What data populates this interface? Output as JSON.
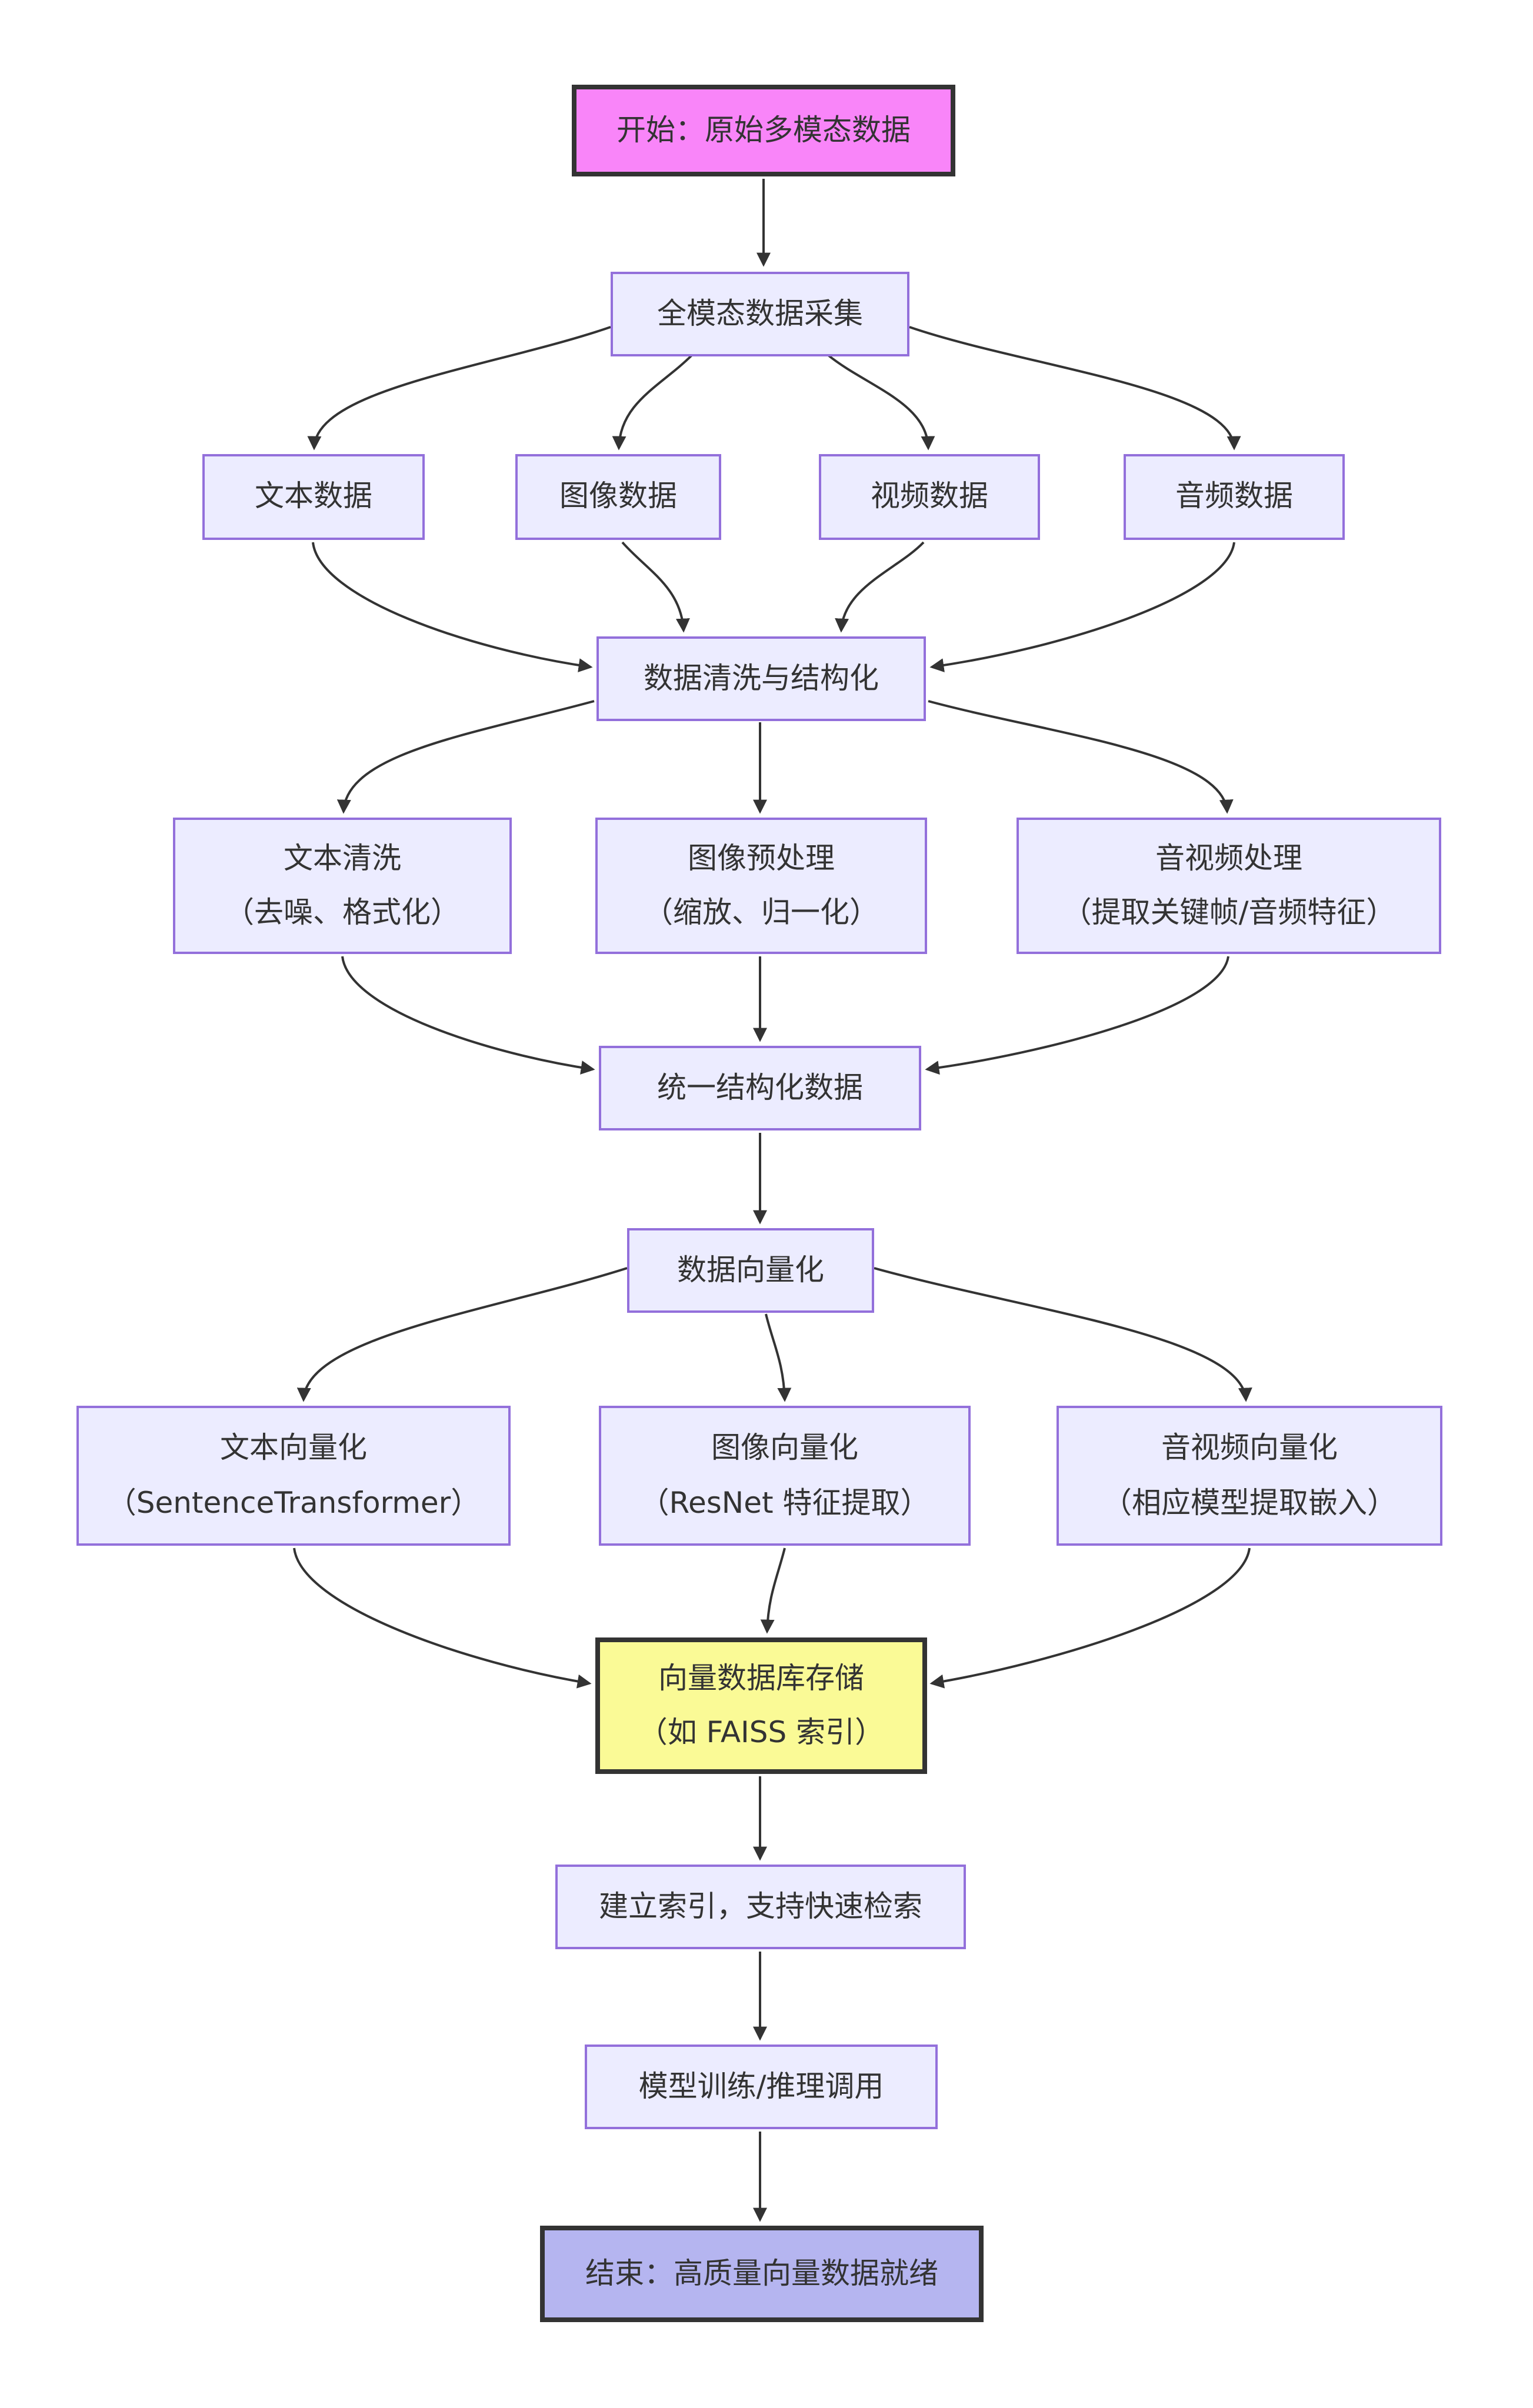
{
  "nodes": {
    "start": {
      "label": "开始：原始多模态数据"
    },
    "collect": {
      "label": "全模态数据采集"
    },
    "text_data": {
      "label": "文本数据"
    },
    "image_data": {
      "label": "图像数据"
    },
    "video_data": {
      "label": "视频数据"
    },
    "audio_data": {
      "label": "音频数据"
    },
    "clean": {
      "label": "数据清洗与结构化"
    },
    "text_clean": {
      "label": "文本清洗\n（去噪、格式化）"
    },
    "image_pre": {
      "label": "图像预处理\n（缩放、归一化）"
    },
    "av_process": {
      "label": "音视频处理\n（提取关键帧/音频特征）"
    },
    "unified": {
      "label": "统一结构化数据"
    },
    "vectorize": {
      "label": "数据向量化"
    },
    "text_vec": {
      "label": "文本向量化\n（SentenceTransformer）"
    },
    "image_vec": {
      "label": "图像向量化\n（ResNet 特征提取）"
    },
    "av_vec": {
      "label": "音视频向量化\n（相应模型提取嵌入）"
    },
    "store": {
      "label": "向量数据库存储\n（如 FAISS 索引）"
    },
    "index": {
      "label": "建立索引，支持快速检索"
    },
    "train": {
      "label": "模型训练/推理调用"
    },
    "end": {
      "label": "结束：高质量向量数据就绪"
    }
  },
  "edges": [
    [
      "start",
      "collect"
    ],
    [
      "collect",
      "text_data"
    ],
    [
      "collect",
      "image_data"
    ],
    [
      "collect",
      "video_data"
    ],
    [
      "collect",
      "audio_data"
    ],
    [
      "text_data",
      "clean"
    ],
    [
      "image_data",
      "clean"
    ],
    [
      "video_data",
      "clean"
    ],
    [
      "audio_data",
      "clean"
    ],
    [
      "clean",
      "text_clean"
    ],
    [
      "clean",
      "image_pre"
    ],
    [
      "clean",
      "av_process"
    ],
    [
      "text_clean",
      "unified"
    ],
    [
      "image_pre",
      "unified"
    ],
    [
      "av_process",
      "unified"
    ],
    [
      "unified",
      "vectorize"
    ],
    [
      "vectorize",
      "text_vec"
    ],
    [
      "vectorize",
      "image_vec"
    ],
    [
      "vectorize",
      "av_vec"
    ],
    [
      "text_vec",
      "store"
    ],
    [
      "image_vec",
      "store"
    ],
    [
      "av_vec",
      "store"
    ],
    [
      "store",
      "index"
    ],
    [
      "index",
      "train"
    ],
    [
      "train",
      "end"
    ]
  ],
  "colors": {
    "start_fill": "#f985f9",
    "process_fill": "#ececff",
    "process_border": "#9370db",
    "store_fill": "#fafa96",
    "end_fill": "#b5b5f0",
    "dark_border": "#333333",
    "edge": "#333333",
    "text": "#333333",
    "background": "#ffffff"
  }
}
